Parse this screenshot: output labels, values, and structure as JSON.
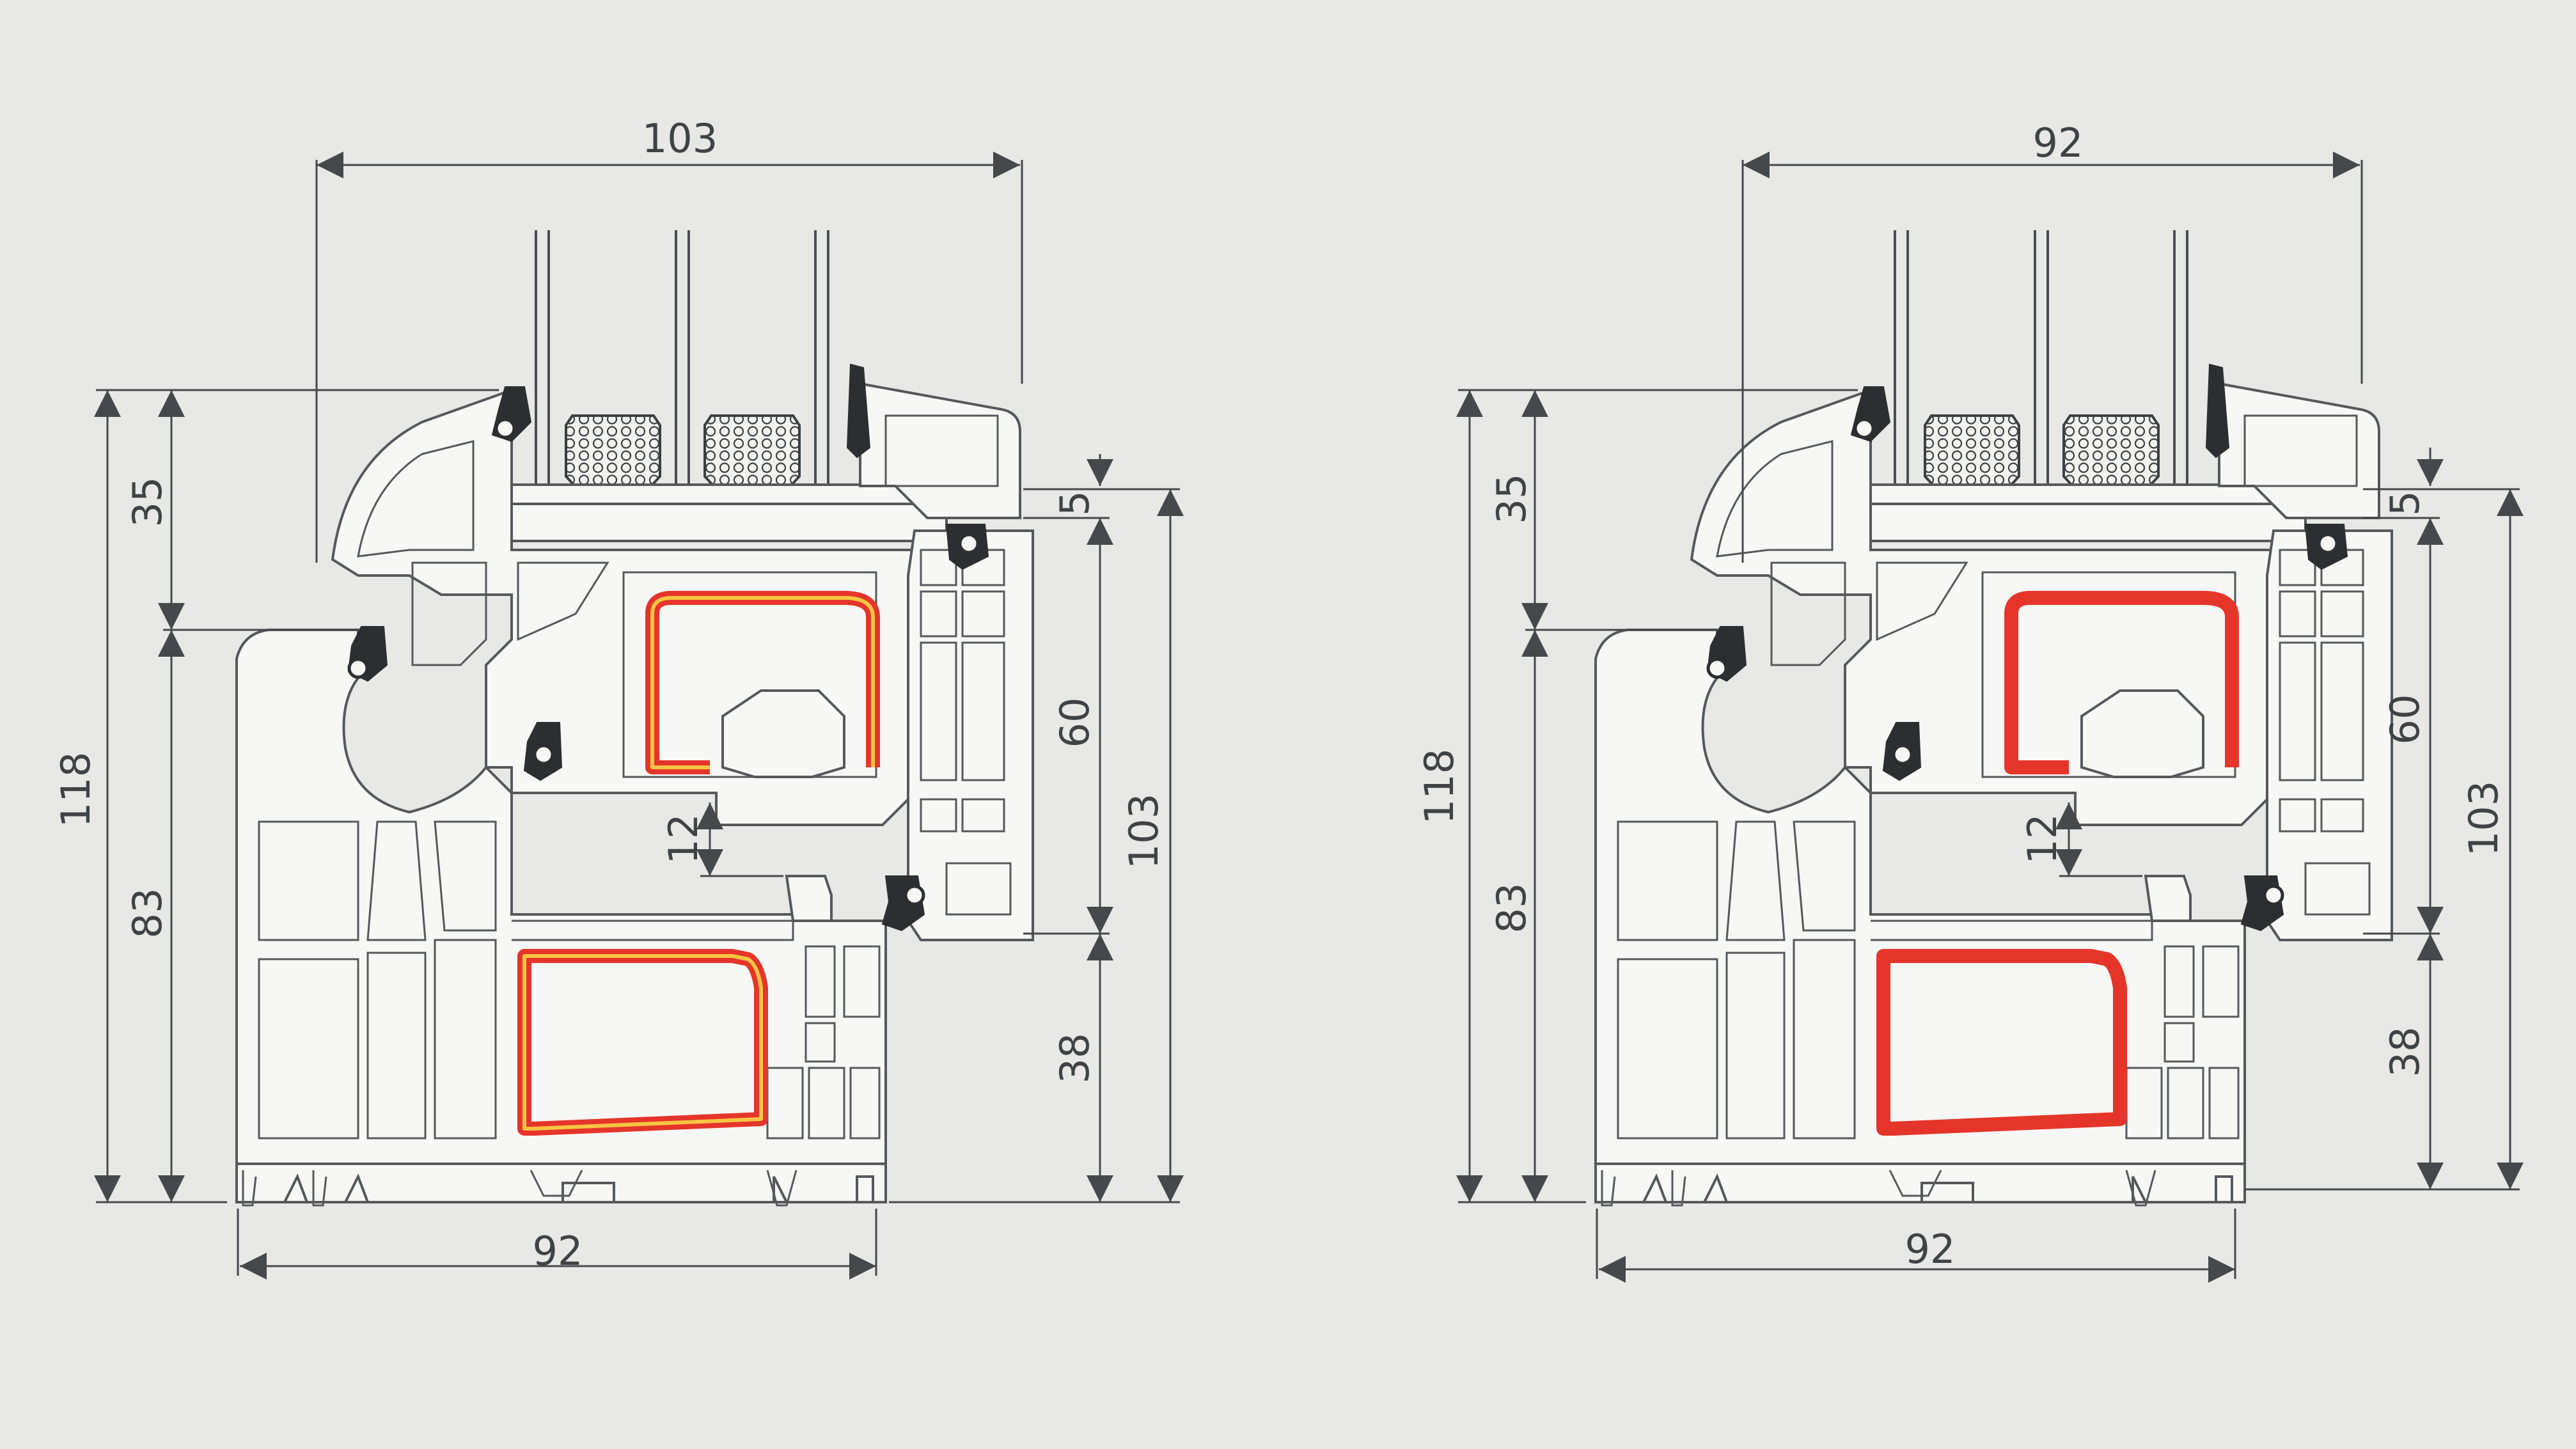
{
  "colors": {
    "background": "#e8e8e6",
    "profile_line": "#55595c",
    "reinforcement_steel": "#e5352a",
    "reinforcement_core": "#f5c542",
    "gasket": "#2c2f31"
  },
  "icons": {
    "spacer_fill": "honeycomb-desiccant-icon"
  },
  "drawings": [
    {
      "name": "left-section",
      "dimensions": {
        "top_width": "103",
        "bottom_width": "92",
        "height_total": "118",
        "height_upper": "35",
        "height_lower": "83",
        "right_overlap": "5",
        "right_middle": "60",
        "right_lower": "38",
        "right_total": "103",
        "rebate_gap": "12"
      }
    },
    {
      "name": "right-section",
      "dimensions": {
        "top_width": "92",
        "bottom_width": "92",
        "height_total": "118",
        "height_upper": "35",
        "height_lower": "83",
        "right_overlap": "5",
        "right_middle": "60",
        "right_lower": "38",
        "right_total": "103",
        "rebate_gap": "12"
      }
    }
  ]
}
